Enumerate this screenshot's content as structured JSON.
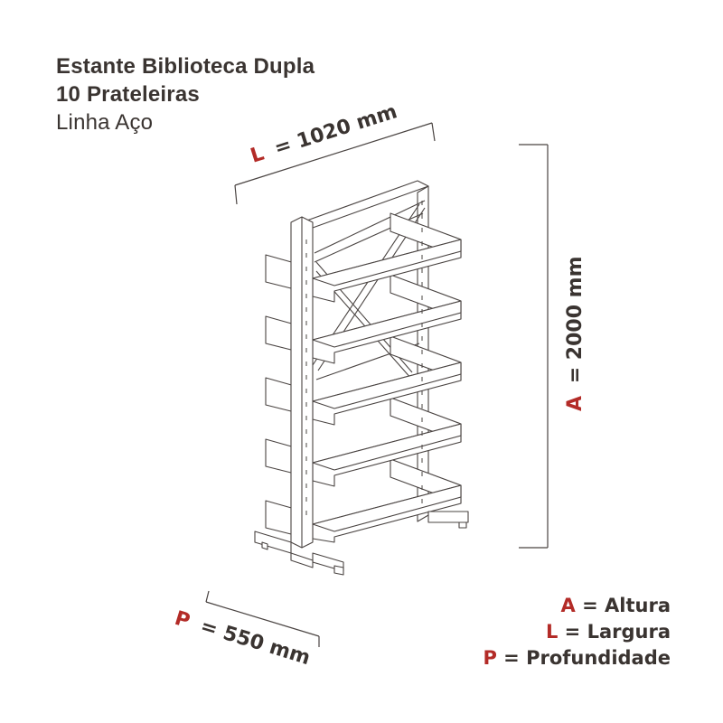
{
  "title": {
    "line1": "Estante Biblioteca Dupla",
    "line2": "10 Prateleiras",
    "line3": "Linha Aço"
  },
  "dimensions": {
    "width": {
      "key": "L",
      "text": "= 1020 mm"
    },
    "height": {
      "key": "A",
      "text": "= 2000 mm"
    },
    "depth": {
      "key": "P",
      "text": "= 550 mm"
    }
  },
  "legend": [
    {
      "key": "A",
      "text": "= Altura"
    },
    {
      "key": "L",
      "text": "= Largura"
    },
    {
      "key": "P",
      "text": "= Profundidade"
    }
  ],
  "colors": {
    "text": "#3a3431",
    "key": "#b32b27",
    "line": "#4a4442"
  }
}
